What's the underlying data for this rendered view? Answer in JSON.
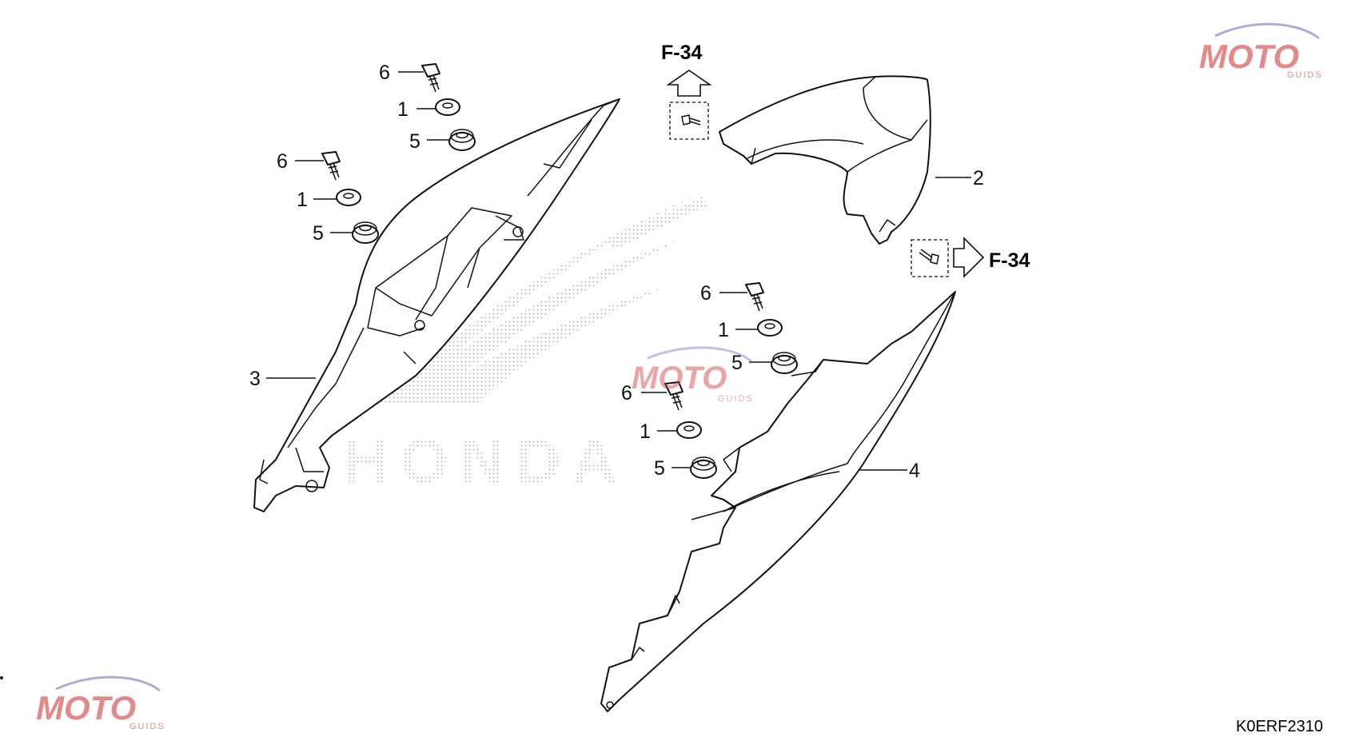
{
  "callouts": {
    "c6a": "6",
    "c1a": "1",
    "c5a": "5",
    "c6b": "6",
    "c1b": "1",
    "c5b": "5",
    "c6c": "6",
    "c1c": "1",
    "c5c": "5",
    "c6d": "6",
    "c1d": "1",
    "c5d": "5",
    "c2": "2",
    "c3": "3",
    "c4": "4"
  },
  "refs": {
    "top": "F-34",
    "right": "F-34"
  },
  "diagram_code": "K0ERF2310",
  "watermark": {
    "brand": "MOTO",
    "sub": "GUIDS",
    "color": "#d23c3c",
    "accent": "#7a76c8"
  },
  "background_logo": {
    "text": "HONDA"
  }
}
